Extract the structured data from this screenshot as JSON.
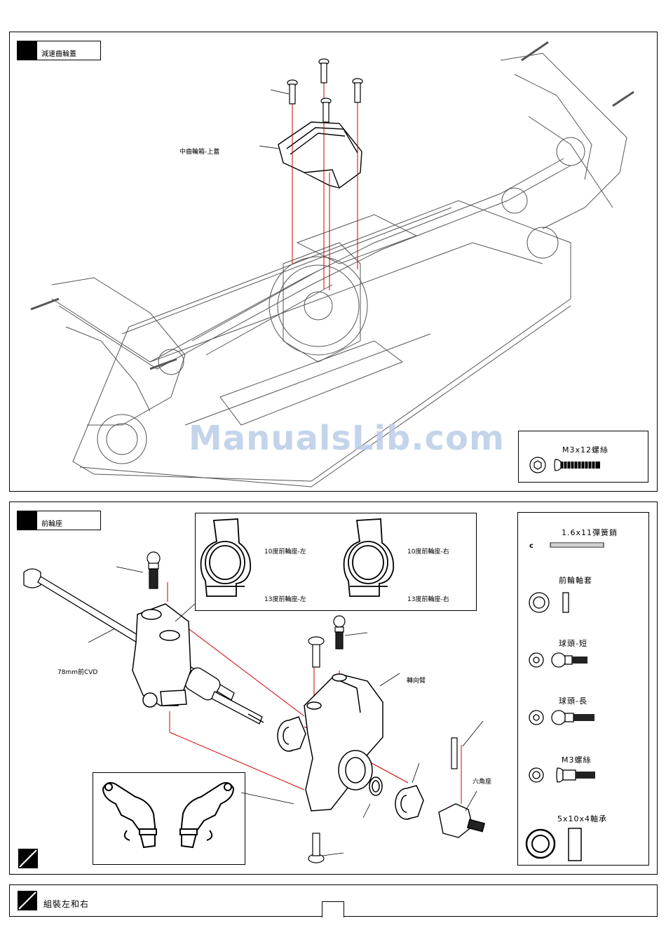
{
  "panel1": {
    "title": "減速齒輪蓋",
    "cover_label": "中齒輪箱-上蓋",
    "screw_box_label": "M3x12螺絲"
  },
  "panel2": {
    "title": "前輪座",
    "cvd_label": "78mm前CVD",
    "steering_arm_label": "轉向臂",
    "hex_label": "六角座",
    "inset": {
      "left_top": "10度前輪座-左",
      "left_bottom": "13度前輪座-左",
      "right_top": "10度前輪座-右",
      "right_bottom": "13度前輪座-右"
    },
    "parts": [
      {
        "label": "1.6x11彈簧銷"
      },
      {
        "label": "前輪軸套"
      },
      {
        "label": "球頭-短"
      },
      {
        "label": "球頭-長"
      },
      {
        "label": "M3螺絲"
      },
      {
        "label": "5x10x4軸承"
      }
    ]
  },
  "footer": {
    "title": "組裝左和右"
  },
  "watermark": "ManualsLib.com",
  "colors": {
    "guide_line": "#cc0000",
    "ink": "#000000",
    "watermark": "#b9cde8"
  }
}
